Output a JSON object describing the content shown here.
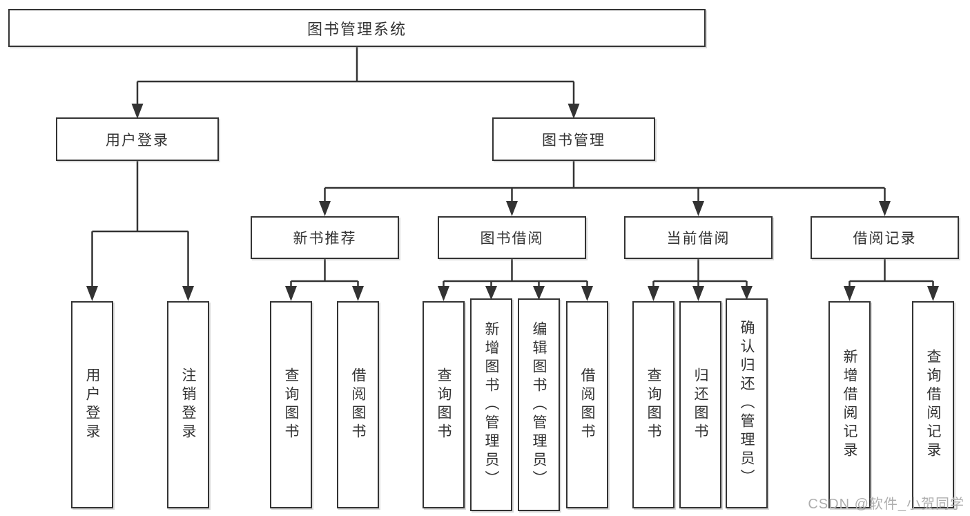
{
  "diagram_type": "function-structure-tree",
  "tree": {
    "label": "图书管理系统",
    "children": [
      {
        "label": "用户登录",
        "children": [
          {
            "label": "用户登录"
          },
          {
            "label": "注销登录"
          }
        ]
      },
      {
        "label": "图书管理",
        "children": [
          {
            "label": "新书推荐",
            "children": [
              {
                "label": "查询图书"
              },
              {
                "label": "借阅图书"
              }
            ]
          },
          {
            "label": "图书借阅",
            "children": [
              {
                "label": "查询图书"
              },
              {
                "label": "新增图书（管理员）"
              },
              {
                "label": "编辑图书（管理员）"
              },
              {
                "label": "借阅图书"
              }
            ]
          },
          {
            "label": "当前借阅",
            "children": [
              {
                "label": "查询图书"
              },
              {
                "label": "归还图书"
              },
              {
                "label": "确认归还（管理员）"
              }
            ]
          },
          {
            "label": "借阅记录",
            "children": [
              {
                "label": "新增借阅记录"
              },
              {
                "label": "查询借阅记录"
              }
            ]
          }
        ]
      }
    ]
  },
  "watermark": "CSDN @软件_小贺同学",
  "colors": {
    "line": "#333333",
    "text": "#333333",
    "box_background": "#ffffff",
    "watermark": "#aeaeae",
    "page_background": "#ffffff"
  }
}
